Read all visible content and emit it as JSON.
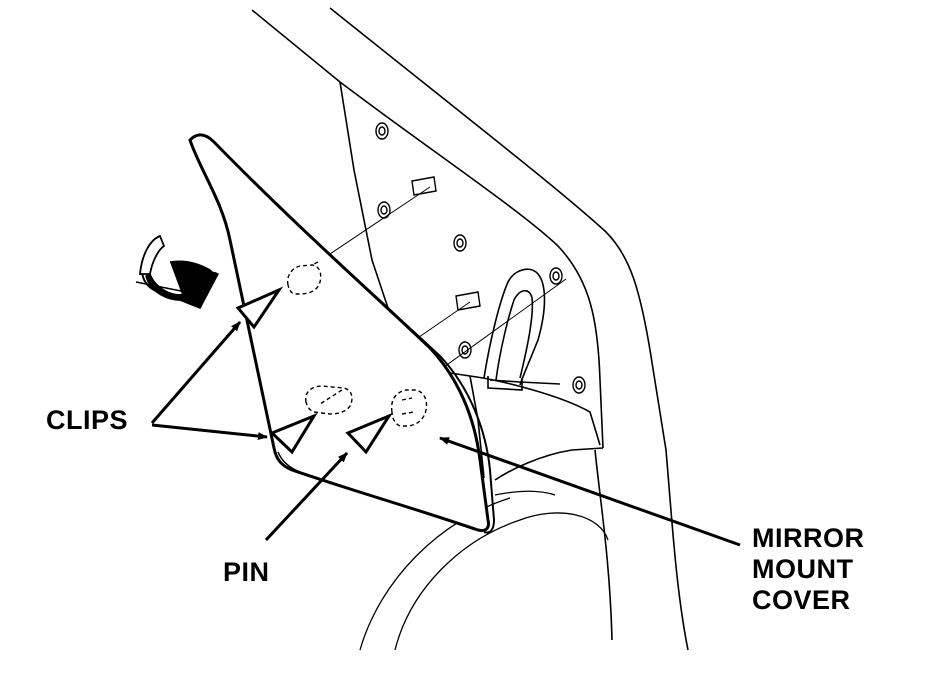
{
  "labels": {
    "clips": "CLIPS",
    "pin": "PIN",
    "mirror_mount_cover": [
      "MIRROR",
      "MOUNT",
      "COVER"
    ]
  },
  "colors": {
    "line": "#000000",
    "background": "#ffffff"
  }
}
